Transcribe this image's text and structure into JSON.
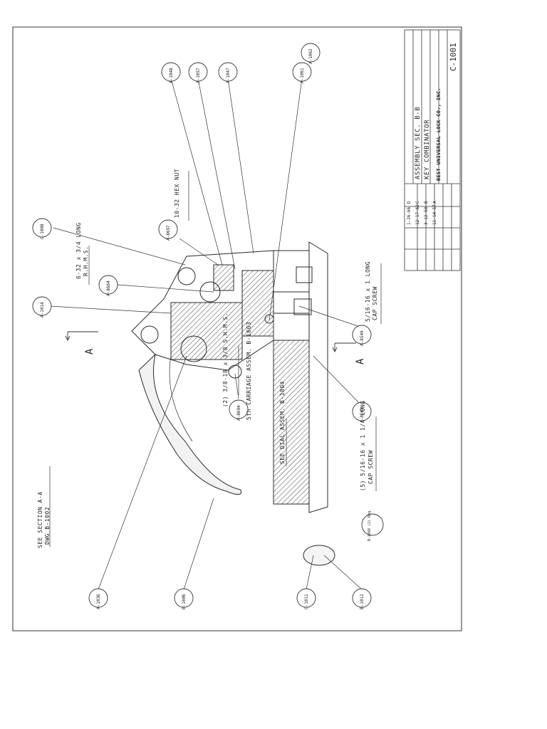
{
  "drawing": {
    "section_letter": "A",
    "notes": {
      "see_section_line1": "SEE SECTION A-A",
      "see_section_line2": "DWG B-1002",
      "hex_nut": "10-32 HEX NUT",
      "rhms_line1": "6-32 x 3/4 LONG",
      "rhms_line2": "R.H.M.S.",
      "sims": "(2) 3/8-18 x 3/8 S.H.M.S.",
      "carriage": "5th CARRIAGE ASSEM. B-1003",
      "dial": "SEE DIAL ASSEM. B-1004",
      "cap_screw_long_line1": "(5) 5/16-16 x 1 1/4 LONG",
      "cap_screw_long_line2": "CAP SCREW",
      "cap_screw_1_line1": "5/16-16 x 1 LONG",
      "cap_screw_1_line2": "CAP SCREW"
    },
    "balloons": {
      "a1048": "A-1048",
      "a1057": "A-1057",
      "a1047": "A-1047",
      "a1061": "A-1061",
      "a1062": "A-1062",
      "c1008": "C-1008",
      "a8697": "A-8697",
      "a8664": "A-8664",
      "a1014": "A-1014",
      "a8549": "A-8549",
      "a8694": "A-8694",
      "a8563": "A-8563",
      "a1036": "A-1036",
      "b1006": "B-1006",
      "c1011": "C-1011",
      "b1012": "B-1012",
      "b1048": "B-1048 (2) Req."
    },
    "title_block": {
      "title_line1": "ASSEMBLY SEC. B-B",
      "title_line2": "KEY COMBINATOR",
      "company": "BEST UNIVERSAL LOCK CO., INC.",
      "drawing_number": "C-1001",
      "revisions": [
        "D",
        "C",
        "B",
        "A"
      ],
      "change_dates": [
        "1-26-66",
        "12-17-62",
        "3-12-58",
        "11-14-57"
      ]
    }
  }
}
